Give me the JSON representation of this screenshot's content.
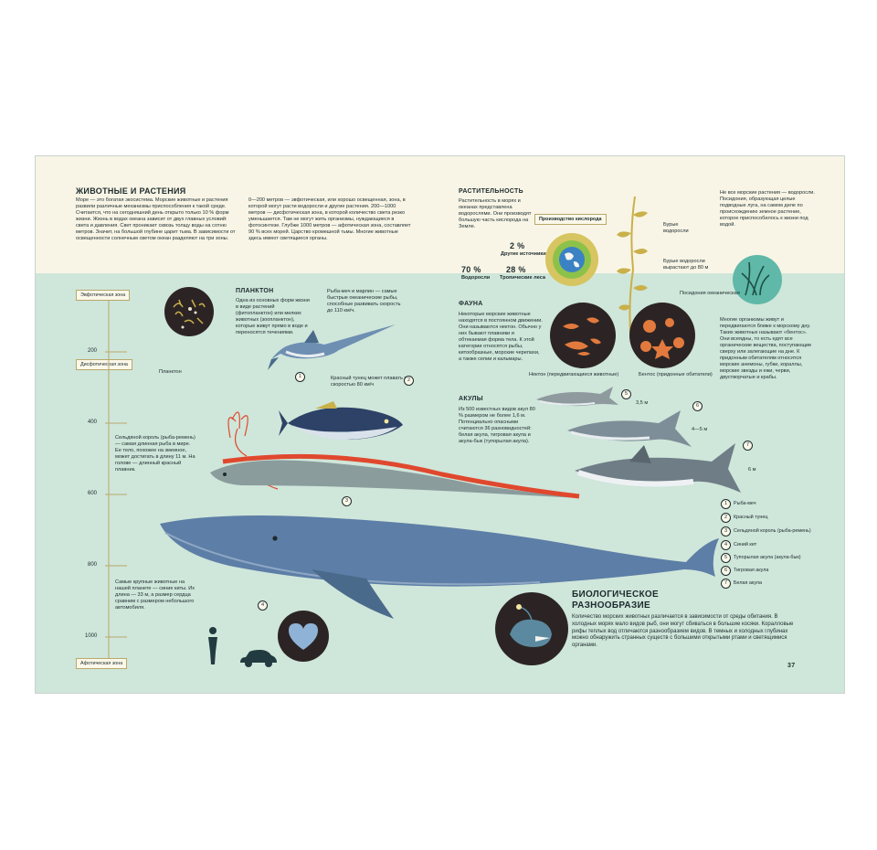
{
  "page_number": "37",
  "intro": {
    "title": "ЖИВОТНЫЕ И РАСТЕНИЯ",
    "col1": "Море — это богатая экосистема. Морские животные и растения развили различные механизмы приспособления к такой среде. Считается, что на сегодняшний день открыто только 10 % форм жизни. Жизнь в водах океана зависит от двух главных условий: света и давления. Свет проникает сквозь толщу воды на сотню метров. Значит, на большой глубине царит тьма. В зависимости от освещенности солнечным светом океан разделяют на три зоны.",
    "col2": "0—200 метров — эвфотическая, или хорошо освещенная, зона, в которой могут расти водоросли и другие растения. 200—1000 метров — дисфотическая зона, в которой количество света резко уменьшается. Там не могут жить организмы, нуждающиеся в фотосинтезе. Глубже 1000 метров — афотическая зона, составляет 90 % всех морей. Царство кромешной тьмы. Многие животные здесь имеют светящиеся органы."
  },
  "zones": {
    "euphotic": "Эвфотическая зона",
    "dysphotic": "Дисфотическая зона",
    "aphotic": "Афотическая зона"
  },
  "depths": [
    "200",
    "400",
    "600",
    "800",
    "1000"
  ],
  "plankton": {
    "title": "ПЛАНКТОН",
    "text": "Одна из основных форм жизни в виде растений (фитопланктон) или мелких животных (зоопланктон), которые живут прямо в воде и переносятся течениями.",
    "label": "Планктон"
  },
  "swordfish_note": "Рыба-меч и марлин — самые быстрые океанические рыбы, способные развивать скорость до 110 км/ч.",
  "tuna_note": "Красный тунец может плавать со скоростью 80 км/ч",
  "oarfish_note": "Сельдяной король (рыба-ремень) — самая длинная рыба в мире. Ее тело, похожее на змеиное, может достигать в длину 11 м. На голове — длинный красный плавник.",
  "whale_note": "Самые крупные животные на нашей планете — синие киты. Их длина — 33 м, а размер сердца сравним с размером небольшого автомобиля.",
  "vegetation": {
    "title": "РАСТИТЕЛЬНОСТЬ",
    "text": "Растительность в морях и океанах представлена водорослями. Они производят большую часть кислорода на Земле.",
    "oxygen_title": "Производство кислорода",
    "stat_2": "2 %",
    "stat_2_label": "Другие источники",
    "stat_70": "70 %",
    "stat_70_label": "Водоросли",
    "stat_28": "28 %",
    "stat_28_label": "Тропические леса",
    "kelp_label": "Бурые водоросли",
    "kelp_growth": "Бурые водоросли вырастают до 80 м",
    "right_text": "Не все морские растения — водоросли. Посидония, образующая целые подводные луга, на самом деле по происхождению земное растение, которое приспособилось к жизни под водой.",
    "posidonia_label": "Посидония океаническая"
  },
  "fauna": {
    "title": "ФАУНА",
    "text": "Некоторые морские животные находятся в постоянном движении. Они называются нектон. Обычно у них бывают плавники и обтекаемая форма тела. К этой категории относятся рыбы, китообразные, морские черепахи, а также сепии и кальмары.",
    "nekton_label": "Нектон (передвигающиеся животные)",
    "benthos_label": "Бентос (придонные обитатели)",
    "benthos_text": "Многие организмы живут и передвигаются ближе к морскому дну. Таких животных называют «бентос». Они всеядны, то есть едят все органические вещества, поступающие сверху или залегающие на дне. К придонным обитателям относятся морские анемоны, губки, кораллы, морские звезды и ежи, черви, двустворчатые и крабы."
  },
  "sharks": {
    "title": "АКУЛЫ",
    "text": "Из 500 известных видов акул 80 % размером не более 1,6 м. Потенциально опасными считаются 36 разновидностей: белая акула, тигровая акула и акула-бык (тупорылая акула).",
    "size5": "3,5 м",
    "size6": "4—5 м",
    "size7": "6 м"
  },
  "legend": [
    {
      "n": "1",
      "label": "Рыба-меч"
    },
    {
      "n": "2",
      "label": "Красный тунец"
    },
    {
      "n": "3",
      "label": "Сельдяной король (рыба-ремень)"
    },
    {
      "n": "4",
      "label": "Синий кит"
    },
    {
      "n": "5",
      "label": "Тупорылая акула (акула-бык)"
    },
    {
      "n": "6",
      "label": "Тигровая акула"
    },
    {
      "n": "7",
      "label": "Белая акула"
    }
  ],
  "biodiversity": {
    "title_line1": "БИОЛОГИЧЕСКОЕ",
    "title_line2": "РАЗНООБРАЗИЕ",
    "text": "Количество морских животных различается в зависимости от среды обитания. В холодных морях мало видов рыб, они могут сбиваться в большие косяки. Коралловые рифы теплых вод отличаются разнообразием видов. В темных и холодных глубинах можно обнаружить странных существ с большими открытыми ртами и светящимися органами."
  },
  "colors": {
    "sea": "#cfe6da",
    "sky": "#f8f5e6",
    "dark_circle": "#2c2424",
    "whale": "#5d7ea6",
    "oarfish_fin": "#e0482e",
    "kelp": "#c9b04a",
    "globe_green": "#8cc24a",
    "ring": "#d6c560"
  },
  "icons": [
    "plankton-icon",
    "fauna-nekton-icon",
    "fauna-benthos-icon",
    "earth-globe-icon",
    "heart-icon",
    "car-icon",
    "human-icon",
    "anglerfish-icon",
    "posidonia-icon"
  ]
}
